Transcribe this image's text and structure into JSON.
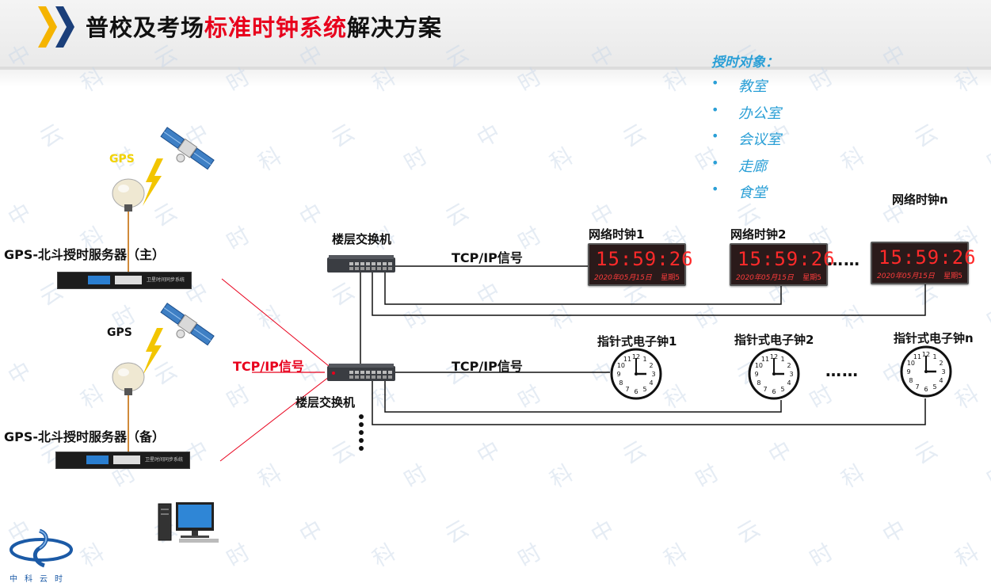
{
  "title": {
    "part1": "普校及考场",
    "part2": "标准时钟系统",
    "part3": "解决方案"
  },
  "targets": {
    "heading": "授时对象：",
    "items": [
      "教室",
      "办公室",
      "会议室",
      "走廊",
      "食堂"
    ]
  },
  "gps": {
    "label_primary": "GPS",
    "label_backup": "GPS"
  },
  "servers": {
    "primary_label": "GPS-北斗授时服务器（主）",
    "backup_label": "GPS-北斗授时服务器（备）",
    "device_text": "卫星时间同步系统"
  },
  "switches": {
    "top_label": "楼层交换机",
    "bottom_label": "楼层交换机"
  },
  "signals": {
    "left": "TCP/IP信号",
    "top": "TCP/IP信号",
    "bottom": "TCP/IP信号"
  },
  "digital_clocks": {
    "labels": [
      "网络时钟1",
      "网络时钟2",
      "网络时钟n"
    ],
    "time": "15:59:26",
    "date": "2020年05月15日",
    "weekday": "星期5"
  },
  "analog_clocks": {
    "labels": [
      "指针式电子钟1",
      "指针式电子钟2",
      "指针式电子钟n"
    ]
  },
  "ellipsis": "……",
  "logo": {
    "text": "中科云时"
  },
  "watermark": "中科云时",
  "colors": {
    "accent_red": "#e8001c",
    "link_red": "#e8001c",
    "targets_blue": "#2a9fd6",
    "chevron_yellow": "#f5b400",
    "chevron_blue": "#1b3f7a"
  }
}
